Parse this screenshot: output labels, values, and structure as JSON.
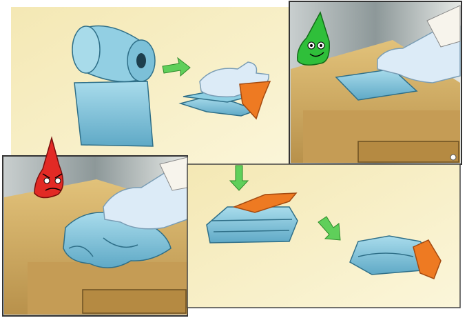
{
  "illustration": {
    "panels": [
      {
        "name": "paper-roll-to-folded-cloth"
      },
      {
        "name": "wiping-with-folded-cloth"
      },
      {
        "name": "wiping-with-crumpled-cloth"
      },
      {
        "name": "folding-cloth-steps"
      }
    ],
    "icons": [
      "paper-roll-icon",
      "gloved-hand-icon",
      "folded-cloth-icon",
      "green-germ-mascot",
      "red-germ-mascot",
      "green-arrow-icon",
      "orange-fold-icon",
      "crumpled-cloth-icon"
    ],
    "colors": {
      "background": "#f6efc0",
      "cloth": "#7fc4db",
      "cloth_dark": "#3f8fae",
      "glove": "#dcebf7",
      "arrow_green": "#5fcf5a",
      "fold_orange": "#ee7a22",
      "wood": "#d6b36a",
      "wood_dark": "#9c7a3c",
      "germ_green": "#2fbf3a",
      "germ_red": "#e22a25",
      "wall": "#9aa6a8"
    }
  }
}
